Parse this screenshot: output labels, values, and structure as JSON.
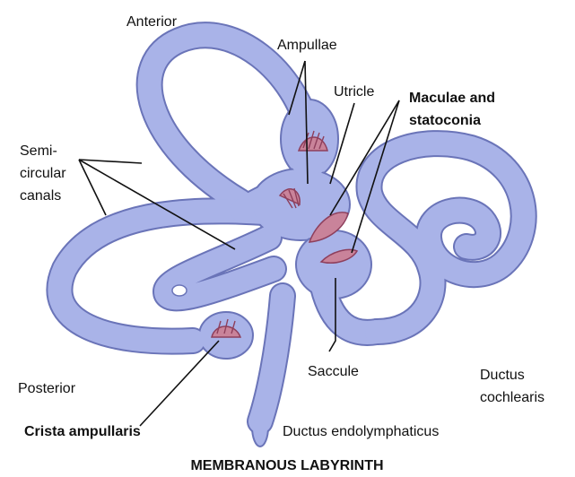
{
  "labels": {
    "anterior": "Anterior",
    "ampullae": "Ampullae",
    "utricle": "Utricle",
    "maculae_line1": "Maculae and",
    "maculae_line2": "statoconia",
    "semi_line1": "Semi-",
    "semi_line2": "circular",
    "semi_line3": "canals",
    "posterior": "Posterior",
    "crista": "Crista ampullaris",
    "saccule": "Saccule",
    "ductus_cochlearis_line1": "Ductus",
    "ductus_cochlearis_line2": "cochlearis",
    "ductus_endolymphaticus": "Ductus endolymphaticus"
  },
  "caption": "MEMBRANOUS LABYRINTH",
  "colors": {
    "membrane_fill": "#a9b3e8",
    "membrane_outline": "#6a74b8",
    "sensory_tissue": "#c9839a",
    "text": "#111111"
  }
}
